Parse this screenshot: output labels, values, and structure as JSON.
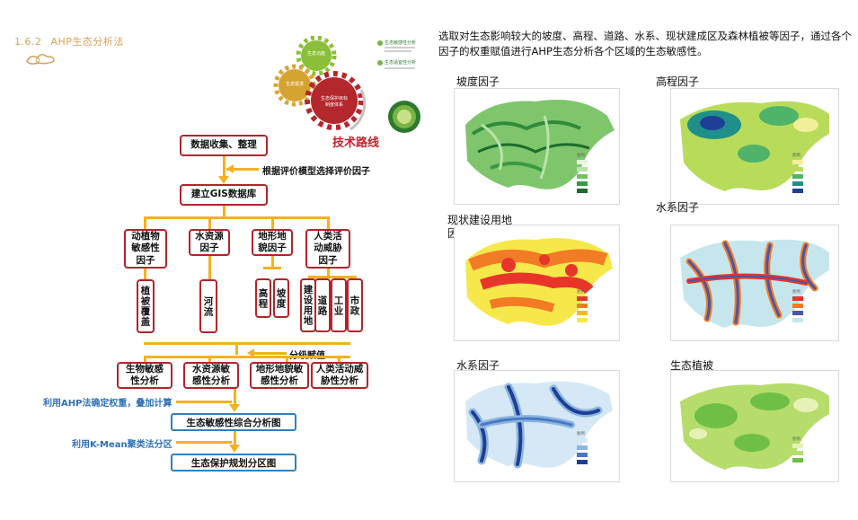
{
  "section": {
    "number": "1.6.2",
    "title": "AHP生态分析法"
  },
  "tech_route": {
    "label": "技术路线",
    "gears": [
      "生态功能",
      "生态需求",
      "生态保护目标\n制度体系"
    ],
    "notes": [
      "生态敏感性分析",
      "生态适宜性分析"
    ]
  },
  "flow": {
    "collect": "数据收集、整理",
    "select_note": "根据评价模型选择评价因子",
    "gis": "建立GIS数据库",
    "categories": [
      "动植物\n敏感性\n因子",
      "水资源\n因子",
      "地形地\n貌因子",
      "人类活\n动威胁\n因子"
    ],
    "factors": [
      "植被覆盖",
      "河流",
      "高程",
      "坡度",
      "建设用地",
      "道路",
      "工业",
      "市政"
    ],
    "assign_note": "分级赋值",
    "analyses": [
      "生物敏感\n性分析",
      "水资源敏\n感性分析",
      "地形地貌敏\n感性分析",
      "人类活动威\n胁性分析"
    ],
    "ahp_note": "利用AHP法确定权重，叠加计算",
    "composite": "生态敏感性综合分析图",
    "kmean_note": "利用K-Mean聚类法分区",
    "zoning": "生态保护规划分区图"
  },
  "description": "选取对生态影响较大的坡度、高程、道路、水系、现状建成区及森林植被等因子，通过各个因子的权重赋值进行AHP生态分析各个区域的生态敏感性。",
  "maps": [
    {
      "title": "坡度因子",
      "colors": [
        "#e6f5e0",
        "#b9e3a8",
        "#74c365",
        "#3a9a43",
        "#1d6b2c"
      ]
    },
    {
      "title": "高程因子",
      "colors": [
        "#f2ef9a",
        "#b8dc5a",
        "#4fb36a",
        "#1f8f8a",
        "#1f3f96"
      ]
    },
    {
      "title": "现状建设用地\n因子",
      "colors": [
        "#e8352a",
        "#f27b25",
        "#f7b62f",
        "#f6e84a"
      ]
    },
    {
      "title": "水系因子",
      "colors": [
        "#e8352a",
        "#f27b25",
        "#4a55a8",
        "#c6e6ee"
      ]
    },
    {
      "title": "水系因子",
      "colors": [
        "#d6e8f5",
        "#8cb6e0",
        "#4a78c5",
        "#1f3f96"
      ]
    },
    {
      "title": "生态植被",
      "colors": [
        "#e6f2b5",
        "#b6dc6c",
        "#6fbf46"
      ]
    }
  ],
  "legend_title": "图例"
}
